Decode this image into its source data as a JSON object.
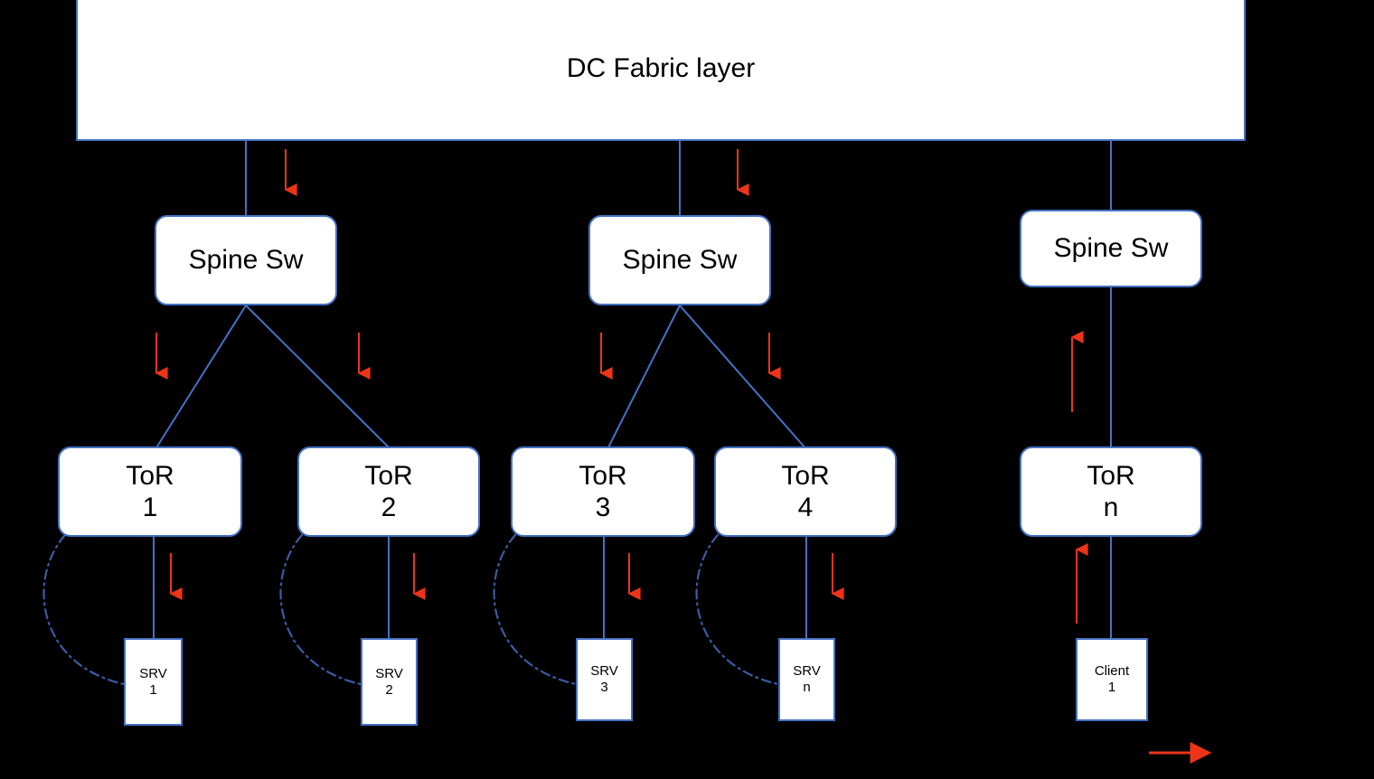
{
  "diagram": {
    "title": "DC Fabric layer",
    "background_color": "#000000",
    "box_fill": "#FFFFFF",
    "box_border_color": "#4472C4",
    "link_color": "#4472C4",
    "arrow_color": "#ED3419"
  },
  "fabric": {
    "label": "DC Fabric layer"
  },
  "spines": [
    {
      "label": "Spine Sw"
    },
    {
      "label": "Spine Sw"
    },
    {
      "label": "Spine Sw"
    }
  ],
  "tors": [
    {
      "line1": "ToR",
      "line2": "1"
    },
    {
      "line1": "ToR",
      "line2": "2"
    },
    {
      "line1": "ToR",
      "line2": "3"
    },
    {
      "line1": "ToR",
      "line2": "4"
    },
    {
      "line1": "ToR",
      "line2": "n"
    }
  ],
  "servers": [
    {
      "line1": "SRV",
      "line2": "1"
    },
    {
      "line1": "SRV",
      "line2": "2"
    },
    {
      "line1": "SRV",
      "line2": "3"
    },
    {
      "line1": "SRV",
      "line2": "n"
    }
  ],
  "client": {
    "line1": "Client",
    "line2": "1"
  },
  "legend": {
    "flow_arrow": "right-arrow"
  }
}
